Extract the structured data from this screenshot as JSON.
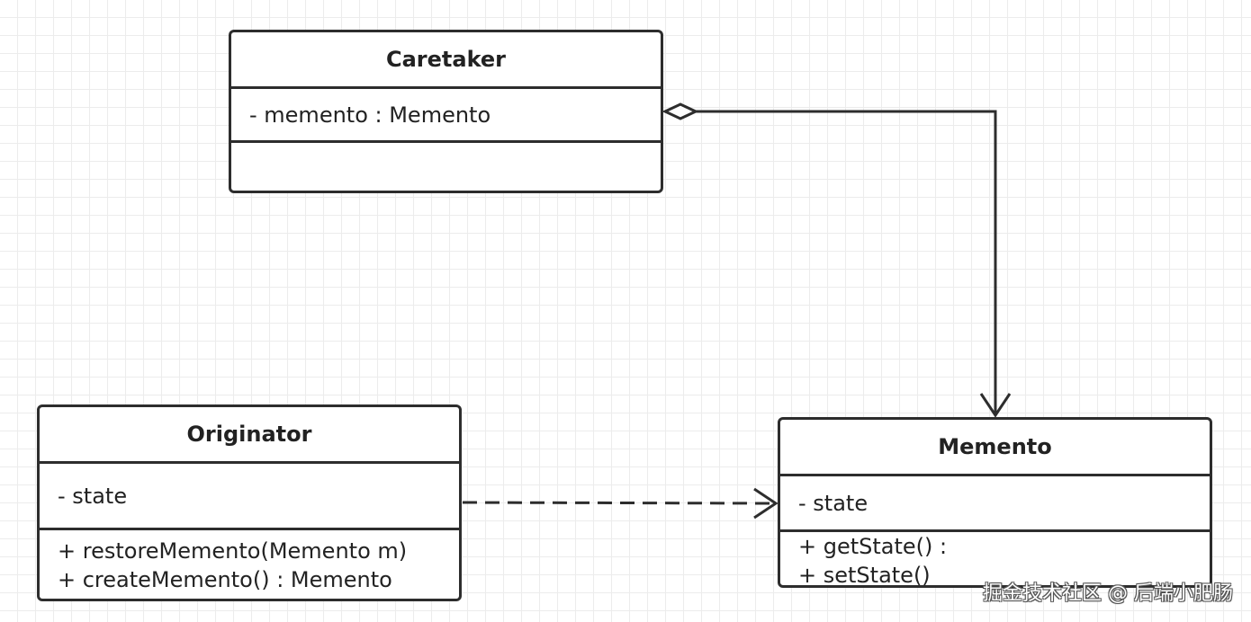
{
  "diagram": {
    "classes": {
      "caretaker": {
        "name": "Caretaker",
        "attributes": [
          "- memento : Memento"
        ],
        "operations": []
      },
      "originator": {
        "name": "Originator",
        "attributes": [
          "- state"
        ],
        "operations": [
          "+ restoreMemento(Memento m)",
          "+ createMemento() : Memento"
        ]
      },
      "memento": {
        "name": "Memento",
        "attributes": [
          "- state"
        ],
        "operations": [
          "+ getState() :",
          "+ setState()"
        ]
      }
    },
    "relationships": [
      {
        "from": "caretaker",
        "to": "memento",
        "kind": "aggregation"
      },
      {
        "from": "originator",
        "to": "memento",
        "kind": "dependency"
      }
    ]
  },
  "watermark": "掘金技术社区 @ 后端小肥肠",
  "colors": {
    "stroke": "#2d2d2d",
    "grid": "#ececec",
    "background": "#ffffff"
  }
}
